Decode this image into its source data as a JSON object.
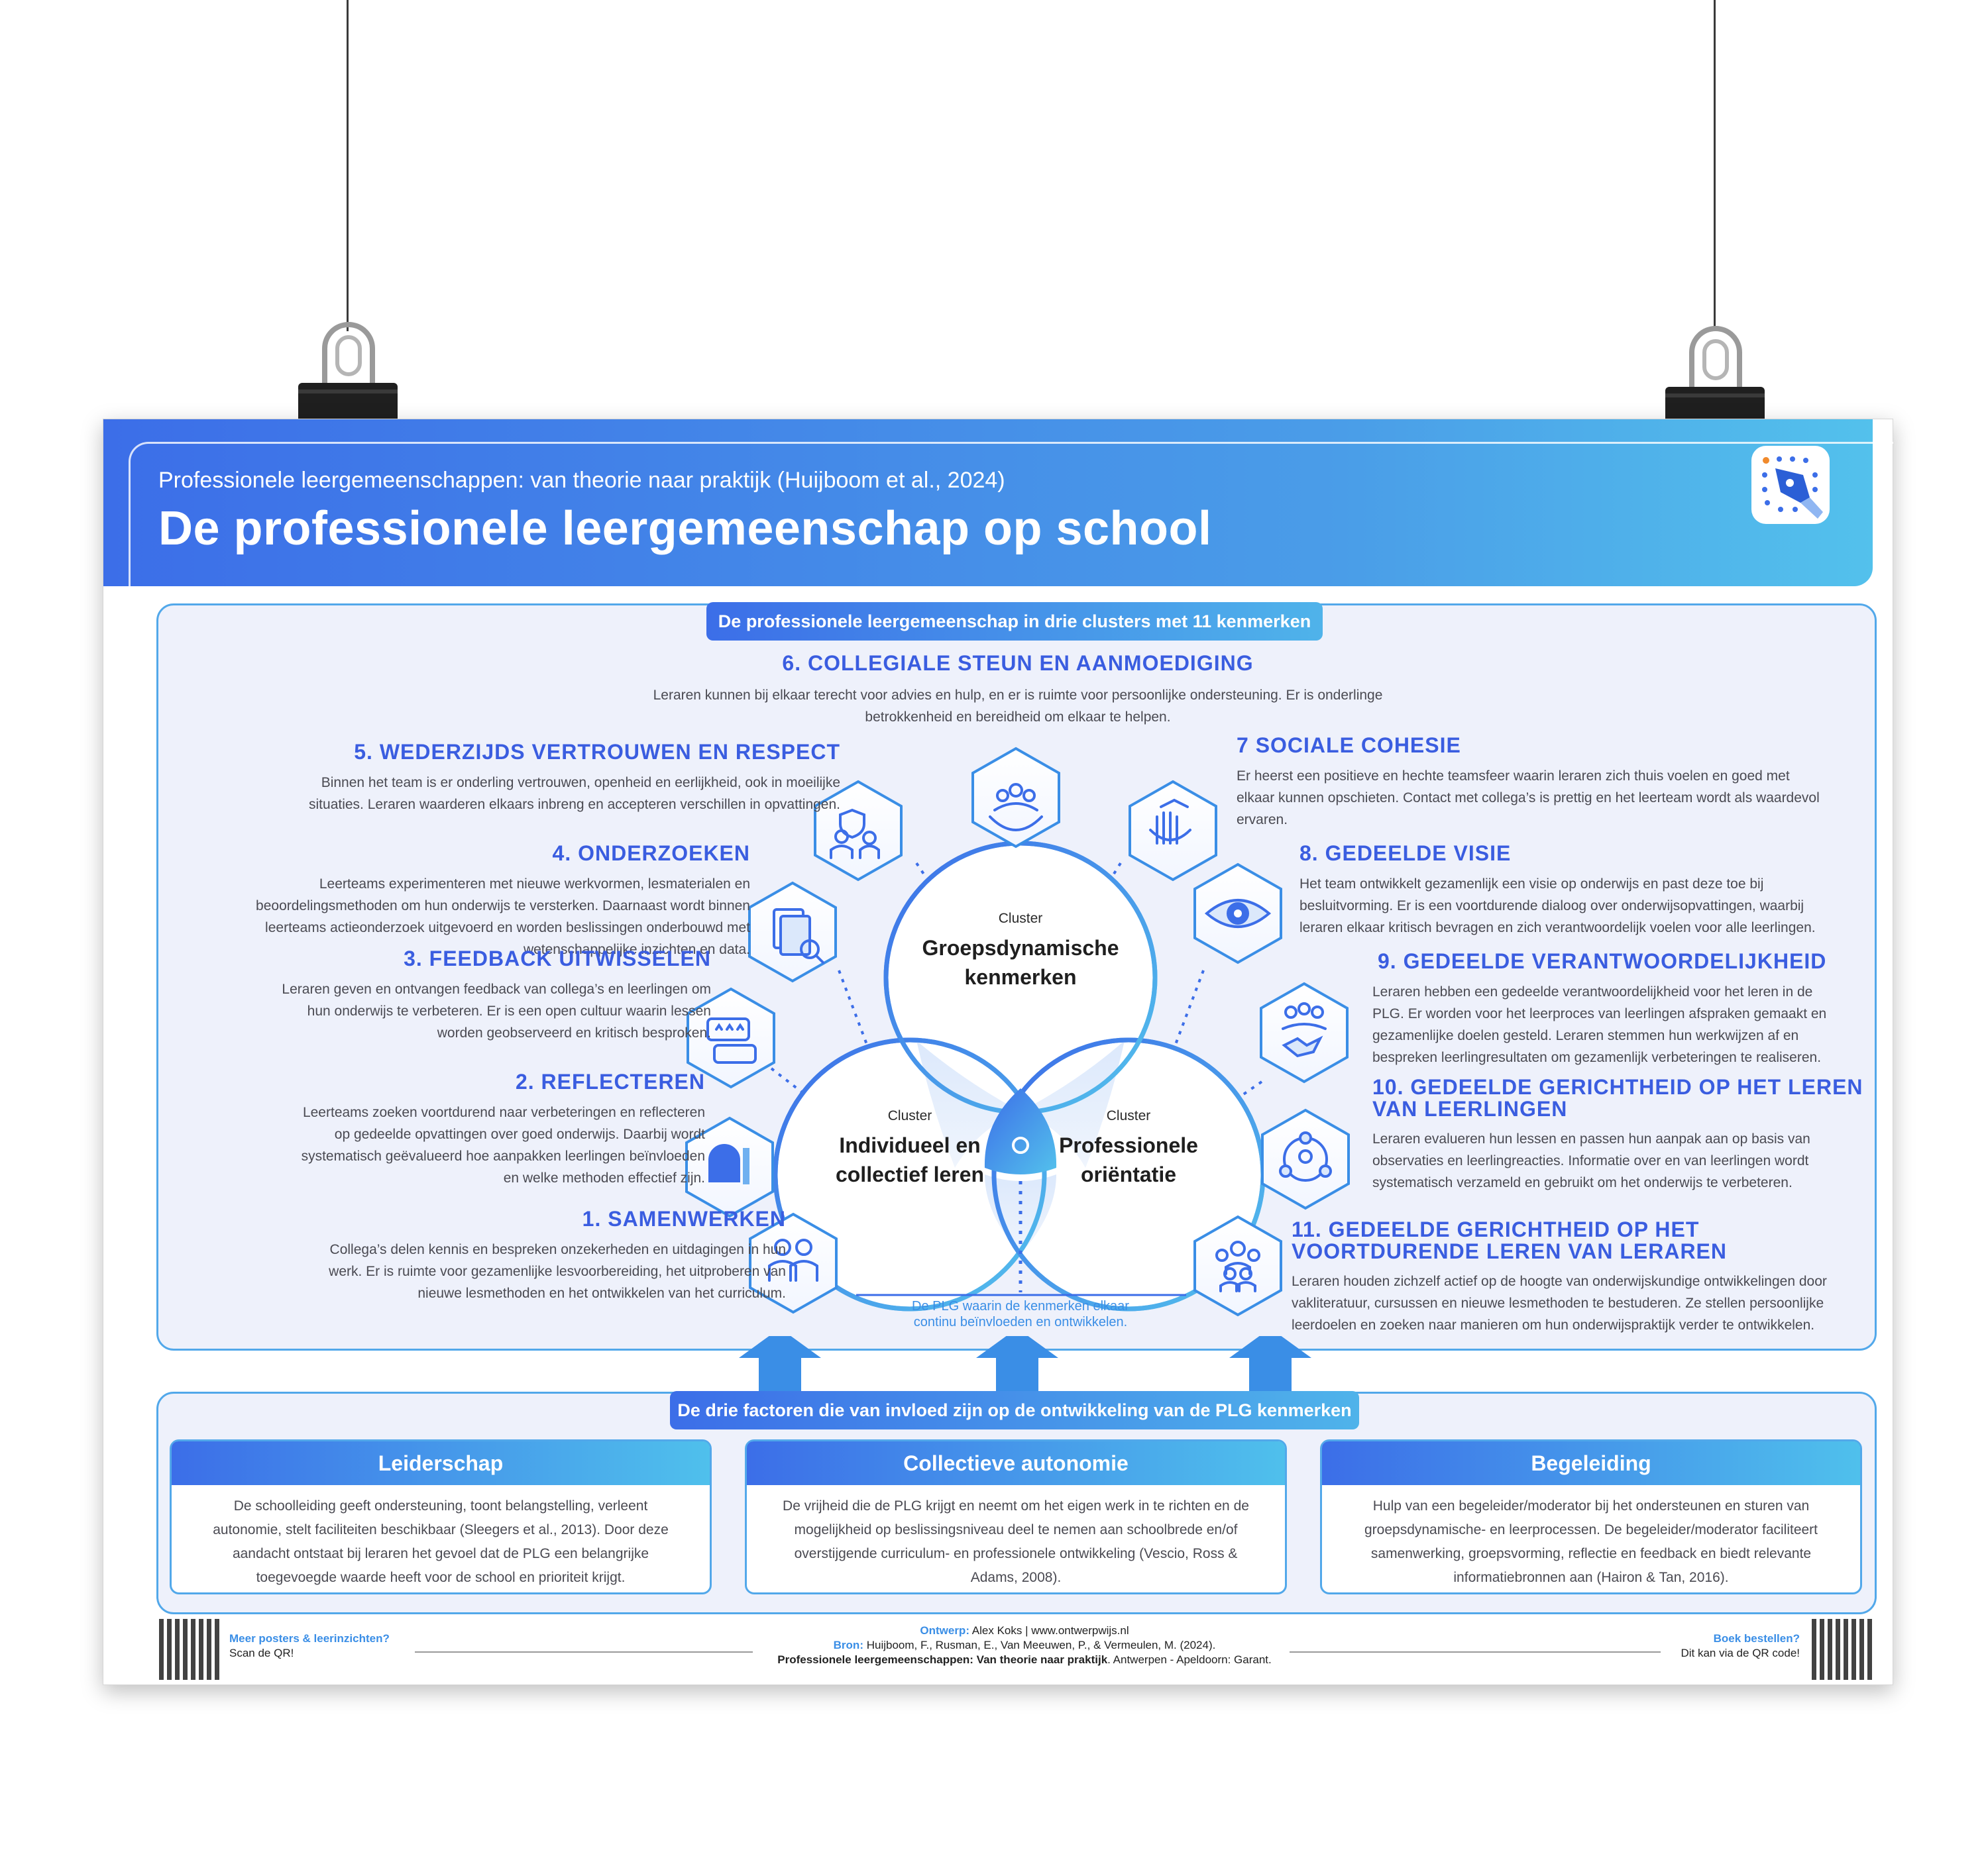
{
  "header": {
    "subtitle": "Professionele leergemeenschappen: van theorie naar praktijk (Huijboom et al., 2024)",
    "title": "De professionele leergemeenschap op school"
  },
  "main": {
    "pill": "De professionele leergemeenschap in drie clusters met 11 kenmerken",
    "clusters": [
      {
        "label": "Cluster",
        "name_line1": "Groepsdynamische",
        "name_line2": "kenmerken"
      },
      {
        "label": "Cluster",
        "name_line1": "Individueel en",
        "name_line2": "collectief leren"
      },
      {
        "label": "Cluster",
        "name_line1": "Professionele",
        "name_line2": "oriëntatie"
      }
    ],
    "caption_line1": "De PLG waarin de kenmerken elkaar",
    "caption_line2": "continu beïnvloeden en ontwikkelen.",
    "items": [
      {
        "title": "1. SAMENWERKEN",
        "text": [
          "Collega’s delen kennis en bespreken onzekerheden en uitdagingen in hun",
          "werk. Er is ruimte voor gezamenlijke lesvoorbereiding, het uitproberen van",
          "nieuwe lesmethoden en het ontwikkelen van het curriculum."
        ]
      },
      {
        "title": "2. REFLECTEREN",
        "text": [
          "Leerteams zoeken voortdurend naar verbeteringen en reflecteren",
          "op gedeelde opvattingen over goed onderwijs. Daarbij wordt",
          "systematisch geëvalueerd hoe aanpakken leerlingen beïnvloeden",
          "en welke methoden effectief zijn."
        ]
      },
      {
        "title": "3. FEEDBACK UITWISSELEN",
        "text": [
          "Leraren geven en ontvangen feedback van collega’s en leerlingen om",
          "hun onderwijs te verbeteren. Er is een open cultuur waarin lessen",
          "worden geobserveerd en kritisch besproken."
        ]
      },
      {
        "title": "4. ONDERZOEKEN",
        "text": [
          "Leerteams experimenteren met nieuwe werkvormen, lesmaterialen en",
          "beoordelingsmethoden om hun onderwijs te versterken. Daarnaast wordt binnen",
          "leerteams actieonderzoek uitgevoerd en worden beslissingen onderbouwd met",
          "wetenschappelijke inzichten en data."
        ]
      },
      {
        "title": "5. WEDERZIJDS VERTROUWEN EN RESPECT",
        "text": [
          "Binnen het team is er onderling vertrouwen, openheid en eerlijkheid, ook in moeilijke",
          "situaties. Leraren waarderen elkaars inbreng en accepteren verschillen in opvattingen."
        ]
      },
      {
        "title": "6. COLLEGIALE STEUN EN AANMOEDIGING",
        "text": [
          "Leraren kunnen bij elkaar terecht voor advies en hulp, en er is ruimte voor persoonlijke ondersteuning. Er is onderlinge",
          "betrokkenheid en bereidheid om elkaar te helpen."
        ]
      },
      {
        "title": "7 SOCIALE COHESIE",
        "text": [
          "Er heerst een positieve en hechte teamsfeer waarin leraren zich thuis voelen en goed met",
          "elkaar kunnen opschieten. Contact met collega’s is prettig en het leerteam wordt als waardevol",
          "ervaren."
        ]
      },
      {
        "title": "8. GEDEELDE VISIE",
        "text": [
          "Het team ontwikkelt gezamenlijk een visie op onderwijs en past deze toe bij",
          "besluitvorming. Er is een voortdurende dialoog over onderwijsopvattingen, waarbij",
          "leraren elkaar kritisch bevragen en zich verantwoordelijk voelen voor alle leerlingen."
        ]
      },
      {
        "title": "9. GEDEELDE VERANTWOORDELIJKHEID",
        "text": [
          "Leraren hebben een gedeelde verantwoordelijkheid voor het leren in de",
          "PLG. Er worden voor het leerproces van leerlingen afspraken gemaakt en",
          "gezamenlijke doelen gesteld. Leraren stemmen hun werkwijzen af en",
          "bespreken leerlingresultaten om gezamenlijk verbeteringen te realiseren."
        ]
      },
      {
        "title_line1": "10. GEDEELDE GERICHTHEID OP HET LEREN",
        "title_line2": "VAN LEERLINGEN",
        "text": [
          "Leraren evalueren hun lessen en passen hun aanpak aan op basis van",
          "observaties en leerlingreacties. Informatie over en van leerlingen wordt",
          "systematisch verzameld en gebruikt om het onderwijs te verbeteren."
        ]
      },
      {
        "title_line1": "11. GEDEELDE GERICHTHEID OP HET",
        "title_line2": "VOORTDURENDE LEREN VAN LERAREN",
        "text": [
          "Leraren houden zichzelf actief op de hoogte van onderwijskundige ontwikkelingen door",
          "vakliteratuur, cursussen en nieuwe lesmethoden te bestuderen. Ze stellen persoonlijke",
          "leerdoelen en zoeken naar manieren om hun onderwijspraktijk verder te ontwikkelen."
        ]
      }
    ],
    "icons": [
      "collaboration-icon",
      "reflect-icon",
      "feedback-icon",
      "research-icon",
      "trust-icon",
      "support-icon",
      "cohesion-icon",
      "vision-icon",
      "handshake-icon",
      "student-focus-icon",
      "teacher-learning-icon"
    ]
  },
  "factors": {
    "pill": "De drie factoren die van invloed zijn op de ontwikkeling van de PLG kenmerken",
    "cards": [
      {
        "title": "Leiderschap",
        "text": [
          "De schoolleiding geeft ondersteuning, toont belangstelling, verleent",
          "autonomie, stelt faciliteiten beschikbaar (Sleegers et al., 2013). Door deze",
          "aandacht ontstaat bij leraren het gevoel dat de PLG een belangrijke",
          "toegevoegde waarde heeft voor de school en prioriteit krijgt."
        ]
      },
      {
        "title": "Collectieve autonomie",
        "text": [
          "De vrijheid die de PLG krijgt en neemt om het eigen werk in te richten en de",
          "mogelijkheid op beslissingsniveau deel te nemen aan schoolbrede en/of",
          "overstijgende curriculum- en professionele ontwikkeling (Vescio, Ross &",
          "Adams, 2008)."
        ]
      },
      {
        "title": "Begeleiding",
        "text": [
          "Hulp van een begeleider/moderator bij het ondersteunen en sturen van",
          "groepsdynamische- en leerprocessen. De begeleider/moderator faciliteert",
          "samenwerking, groepsvorming, reflectie en feedback en biedt relevante",
          "informatiebronnen aan (Hairon & Tan, 2016)."
        ]
      }
    ]
  },
  "footer": {
    "left_q": "Meer posters & leerinzichten?",
    "left_a": "Scan de QR!",
    "design_label": "Ontwerp:",
    "design_text": "Alex Koks | www.ontwerpwijs.nl",
    "source_label": "Bron:",
    "source_text": "Huijboom, F., Rusman, E., Van Meeuwen, P., & Vermeulen, M. (2024).",
    "book_title": "Professionele leergemeenschappen: Van theorie naar praktijk",
    "book_rest": ". Antwerpen - Apeldoorn: Garant.",
    "right_q": "Boek bestellen?",
    "right_a": "Dit kan via de QR code!"
  },
  "colors": {
    "primary": "#3c6ee8",
    "accent": "#4fb3ea",
    "panel": "#eef1fb",
    "heading": "#3a5de0"
  }
}
